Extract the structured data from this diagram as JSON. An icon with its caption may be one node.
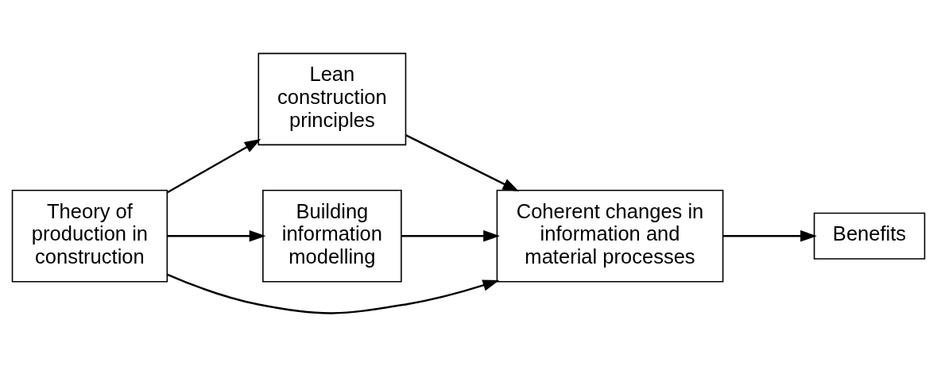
{
  "diagram": {
    "nodes": [
      {
        "text": [
          "Theory of production in construction"
        ]
      },
      {
        "text": [
          "Lean construction principles"
        ]
      },
      {
        "text": [
          "Building information modelling"
        ]
      },
      {
        "text": [
          "Coherent changes in information and material processes"
        ]
      },
      {
        "text": [
          "Benefits"
        ]
      }
    ],
    "edges": [
      {
        "from": 0,
        "to": 1,
        "arrow": "to"
      },
      {
        "from": 0,
        "to": 3,
        "arrow": "to"
      },
      {
        "from": 0,
        "to": 2,
        "arrow": "to"
      },
      {
        "from": 1,
        "to": 3,
        "arrow": "to"
      },
      {
        "from": 2,
        "to": 3,
        "arrow": "to"
      },
      {
        "from": 3,
        "to": 4,
        "arrow": "to"
      }
    ]
  }
}
